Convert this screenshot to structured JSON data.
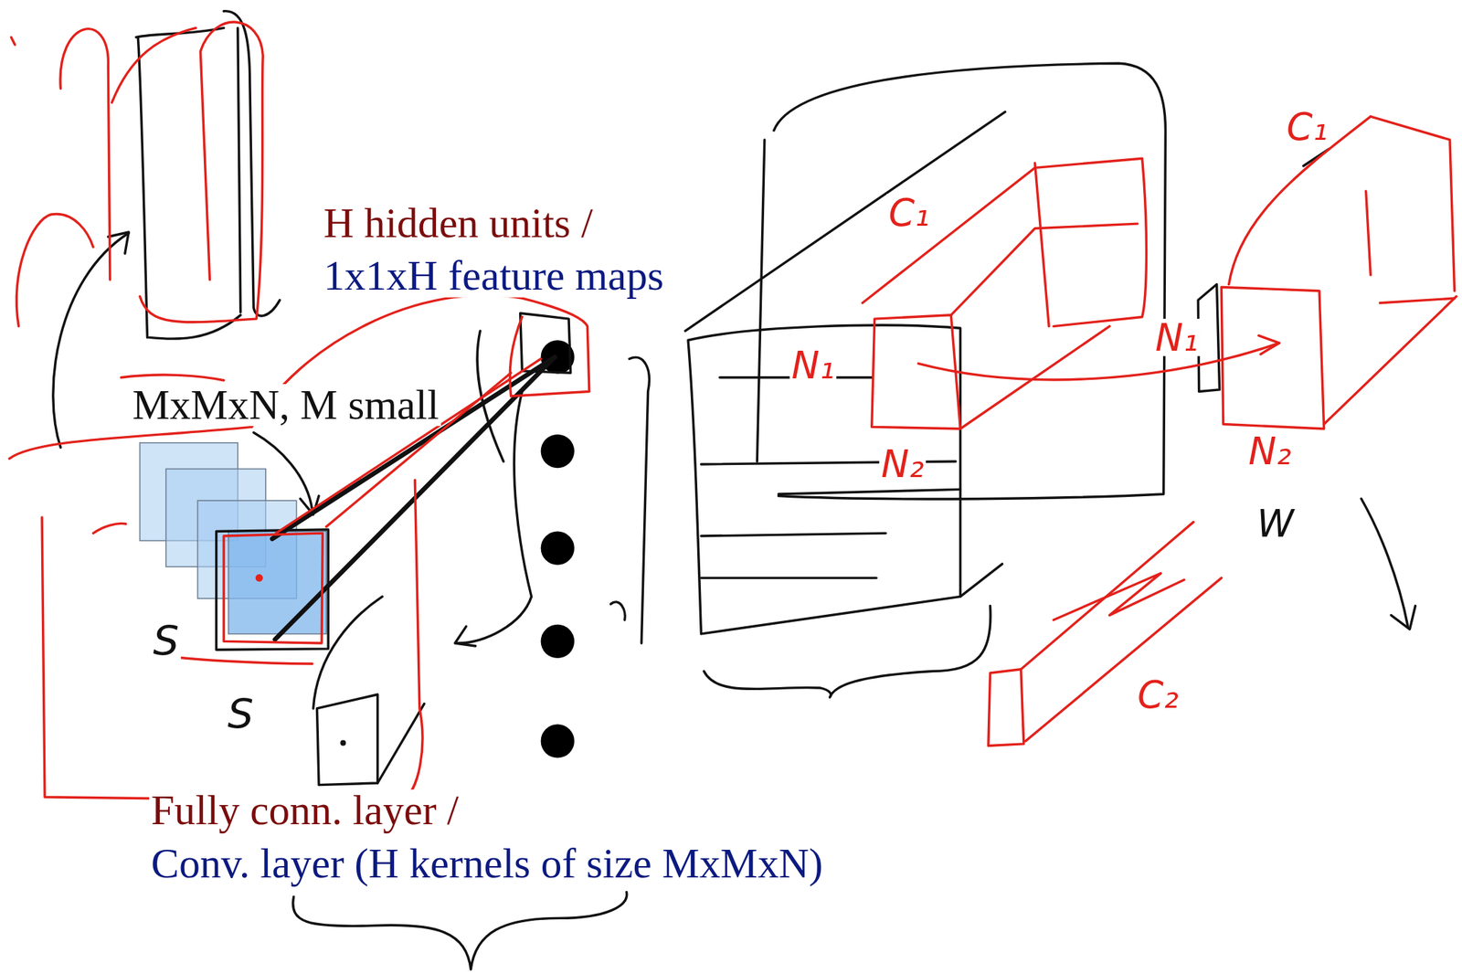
{
  "diagram": {
    "labels": [
      "H hidden units /",
      "1x1xH feature maps",
      "MxMxN, M small",
      "Fully conn. layer /",
      "Conv. layer (H kernels of size MxMxN)",
      "S",
      "S",
      "N₁",
      "N₂",
      "C₁",
      "N₁",
      "N₂",
      "C₁",
      "W",
      "C₂"
    ]
  }
}
